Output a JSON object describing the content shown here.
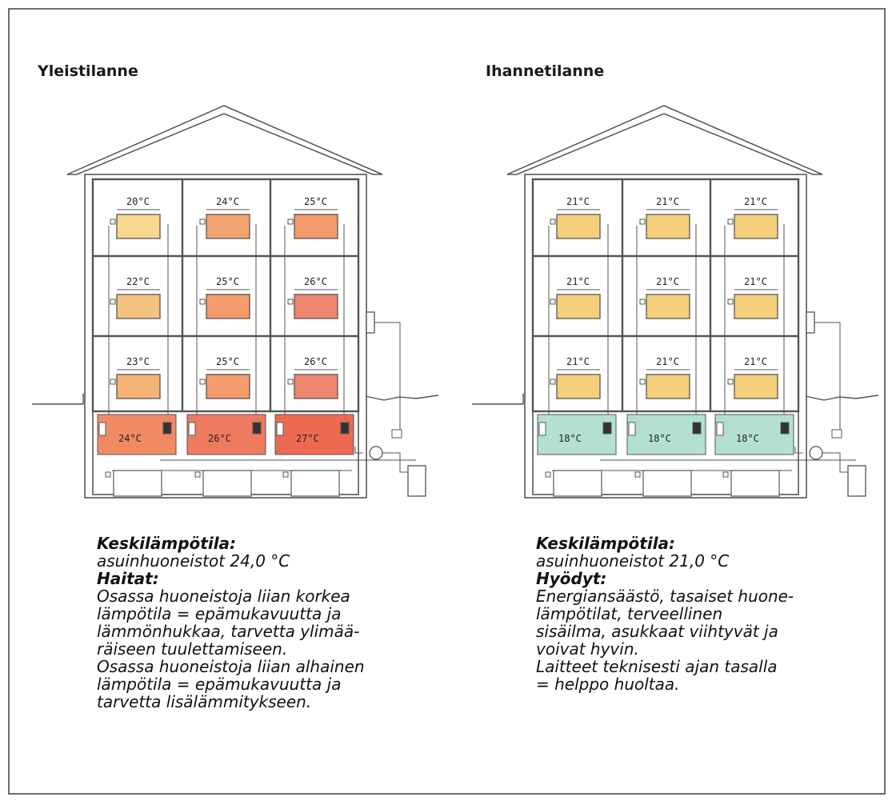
{
  "scenarios": [
    {
      "id": "left",
      "title": "Yleistilanne",
      "floors": [
        [
          {
            "t": "20°C",
            "c": "#f8d88f"
          },
          {
            "t": "24°C",
            "c": "#f4a372"
          },
          {
            "t": "25°C",
            "c": "#f39b6d"
          }
        ],
        [
          {
            "t": "22°C",
            "c": "#f5c27f"
          },
          {
            "t": "25°C",
            "c": "#f39b6d"
          },
          {
            "t": "26°C",
            "c": "#ef8670"
          }
        ],
        [
          {
            "t": "23°C",
            "c": "#f4b476"
          },
          {
            "t": "25°C",
            "c": "#f39b6d"
          },
          {
            "t": "26°C",
            "c": "#ef8670"
          }
        ]
      ],
      "basement": [
        {
          "t": "24°C",
          "c": "#f08a63"
        },
        {
          "t": "26°C",
          "c": "#ee7a60"
        },
        {
          "t": "27°C",
          "c": "#ed6a50"
        }
      ],
      "desc_title": "Keskilämpötila:",
      "desc_value": "asuinhuoneistot 24,0 °C",
      "desc_subtitle": "Haitat:",
      "desc_lines": [
        "Osassa huoneistoja liian korkea",
        "lämpötila = epämukavuutta ja",
        "lämmönhukkaa, tarvetta ylimää-",
        "räiseen tuulettamiseen.",
        "Osassa huoneistoja liian alhainen",
        "lämpötila = epämukavuutta ja",
        "tarvetta  lisälämmitykseen."
      ]
    },
    {
      "id": "right",
      "title": "Ihannetilanne",
      "floors": [
        [
          {
            "t": "21°C",
            "c": "#f4cf7c"
          },
          {
            "t": "21°C",
            "c": "#f4cf7c"
          },
          {
            "t": "21°C",
            "c": "#f4cf7c"
          }
        ],
        [
          {
            "t": "21°C",
            "c": "#f4cf7c"
          },
          {
            "t": "21°C",
            "c": "#f4cf7c"
          },
          {
            "t": "21°C",
            "c": "#f4cf7c"
          }
        ],
        [
          {
            "t": "21°C",
            "c": "#f4cf7c"
          },
          {
            "t": "21°C",
            "c": "#f4cf7c"
          },
          {
            "t": "21°C",
            "c": "#f4cf7c"
          }
        ]
      ],
      "basement": [
        {
          "t": "18°C",
          "c": "#b4e0d4"
        },
        {
          "t": "18°C",
          "c": "#b4e0d4"
        },
        {
          "t": "18°C",
          "c": "#b4e0d4"
        }
      ],
      "desc_title": "Keskilämpötila:",
      "desc_value": "asuinhuoneistot 21,0 °C",
      "desc_subtitle": "Hyödyt:",
      "desc_lines": [
        "Energiansäästö, tasaiset huone-",
        "lämpötilat, terveellinen",
        "sisäilma, asukkaat viihtyvät ja",
        "voivat hyvin.",
        "Laitteet teknisesti ajan tasalla",
        "= helppo huoltaa."
      ]
    }
  ],
  "colors": {
    "line": "#555555",
    "frame": "#6d6d6d",
    "house_fill": "#ffffff"
  }
}
